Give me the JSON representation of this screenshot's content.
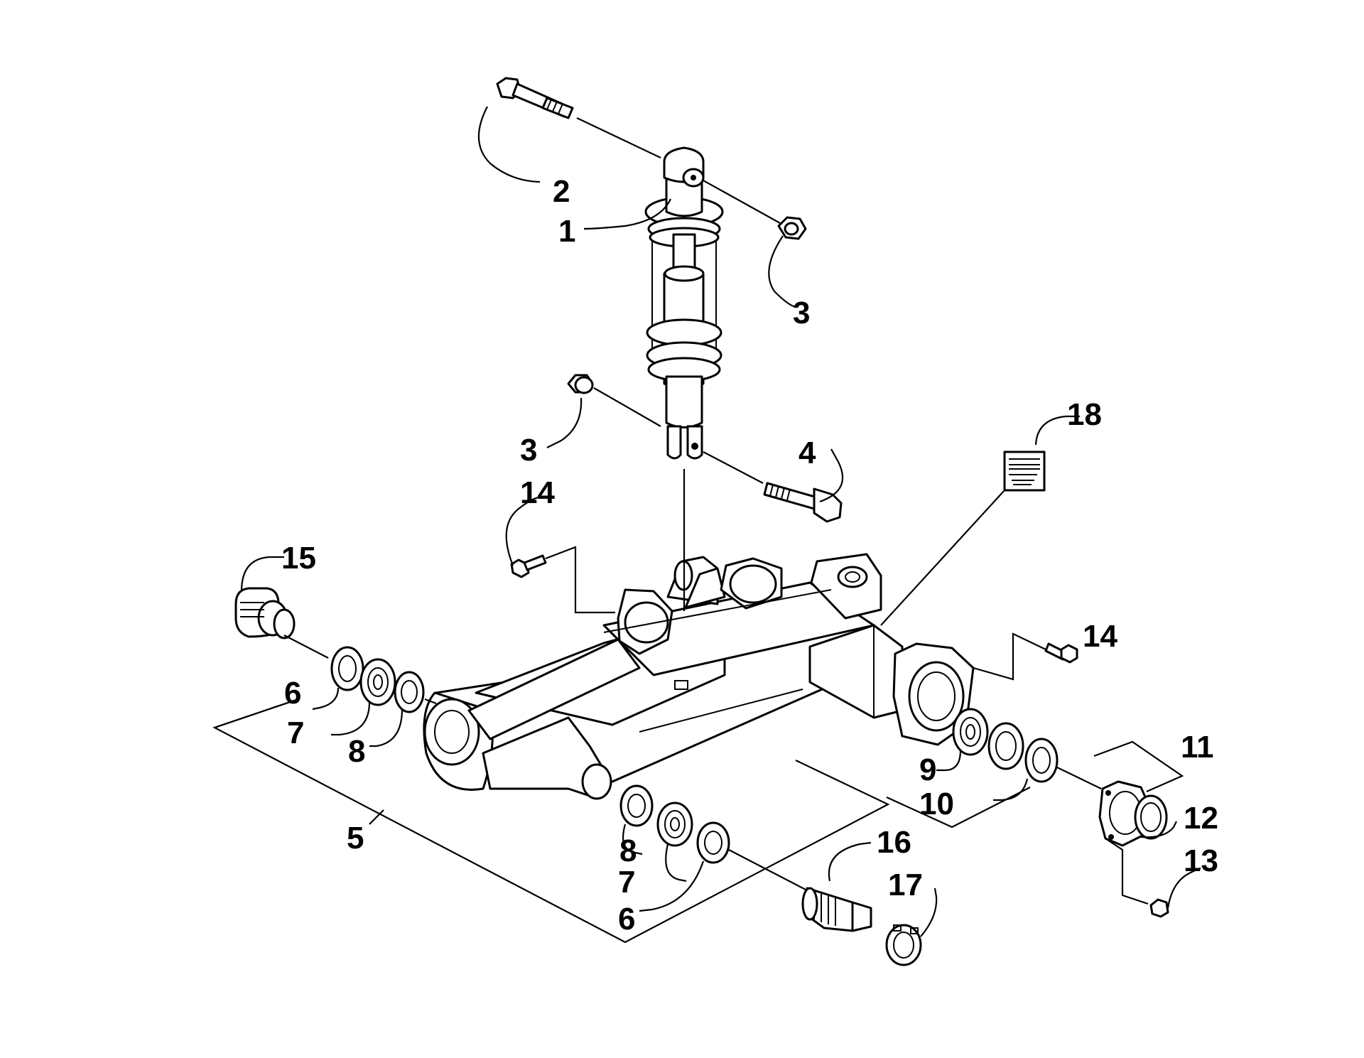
{
  "diagram": {
    "callouts": {
      "c1": "1",
      "c2": "2",
      "c3_top": "3",
      "c3_mid": "3",
      "c4": "4",
      "c5": "5",
      "c6_left": "6",
      "c6_bottom": "6",
      "c7_left": "7",
      "c7_bottom": "7",
      "c8_left": "8",
      "c8_bottom": "8",
      "c9": "9",
      "c10": "10",
      "c11": "11",
      "c12": "12",
      "c13": "13",
      "c14_left": "14",
      "c14_right": "14",
      "c15": "15",
      "c16": "16",
      "c17": "17",
      "c18": "18"
    }
  }
}
